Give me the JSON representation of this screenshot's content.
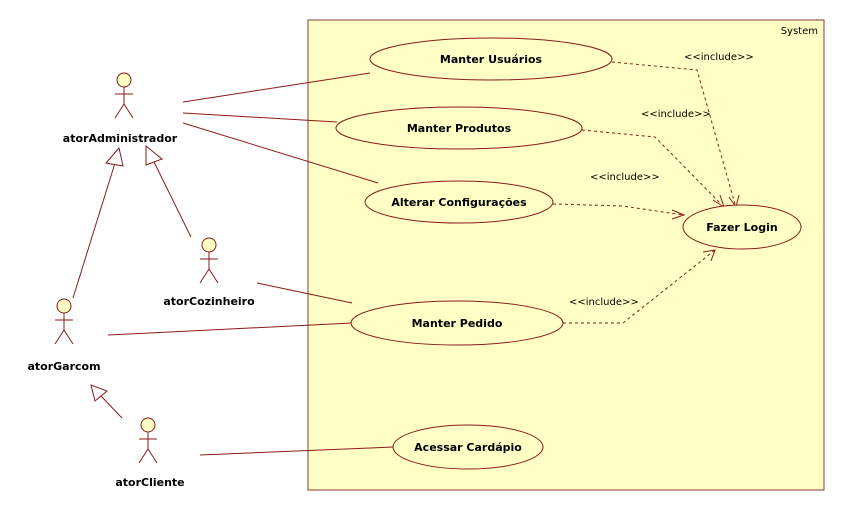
{
  "system": {
    "label": "System"
  },
  "usecases": {
    "manter_usuarios": "Manter Usuários",
    "manter_produtos": "Manter Produtos",
    "alterar_configuracoes": "Alterar Configurações",
    "fazer_login": "Fazer Login",
    "manter_pedido": "Manter Pedido",
    "acessar_cardapio": "Acessar Cardápio"
  },
  "actors": {
    "administrador": "atorAdministrador",
    "cozinheiro": "atorCozinheiro",
    "garcom": "atorGarcom",
    "cliente": "atorCliente"
  },
  "include_labels": {
    "usuarios": "<<include>>",
    "produtos": "<<include>>",
    "configuracoes": "<<include>>",
    "pedido": "<<include>>"
  }
}
